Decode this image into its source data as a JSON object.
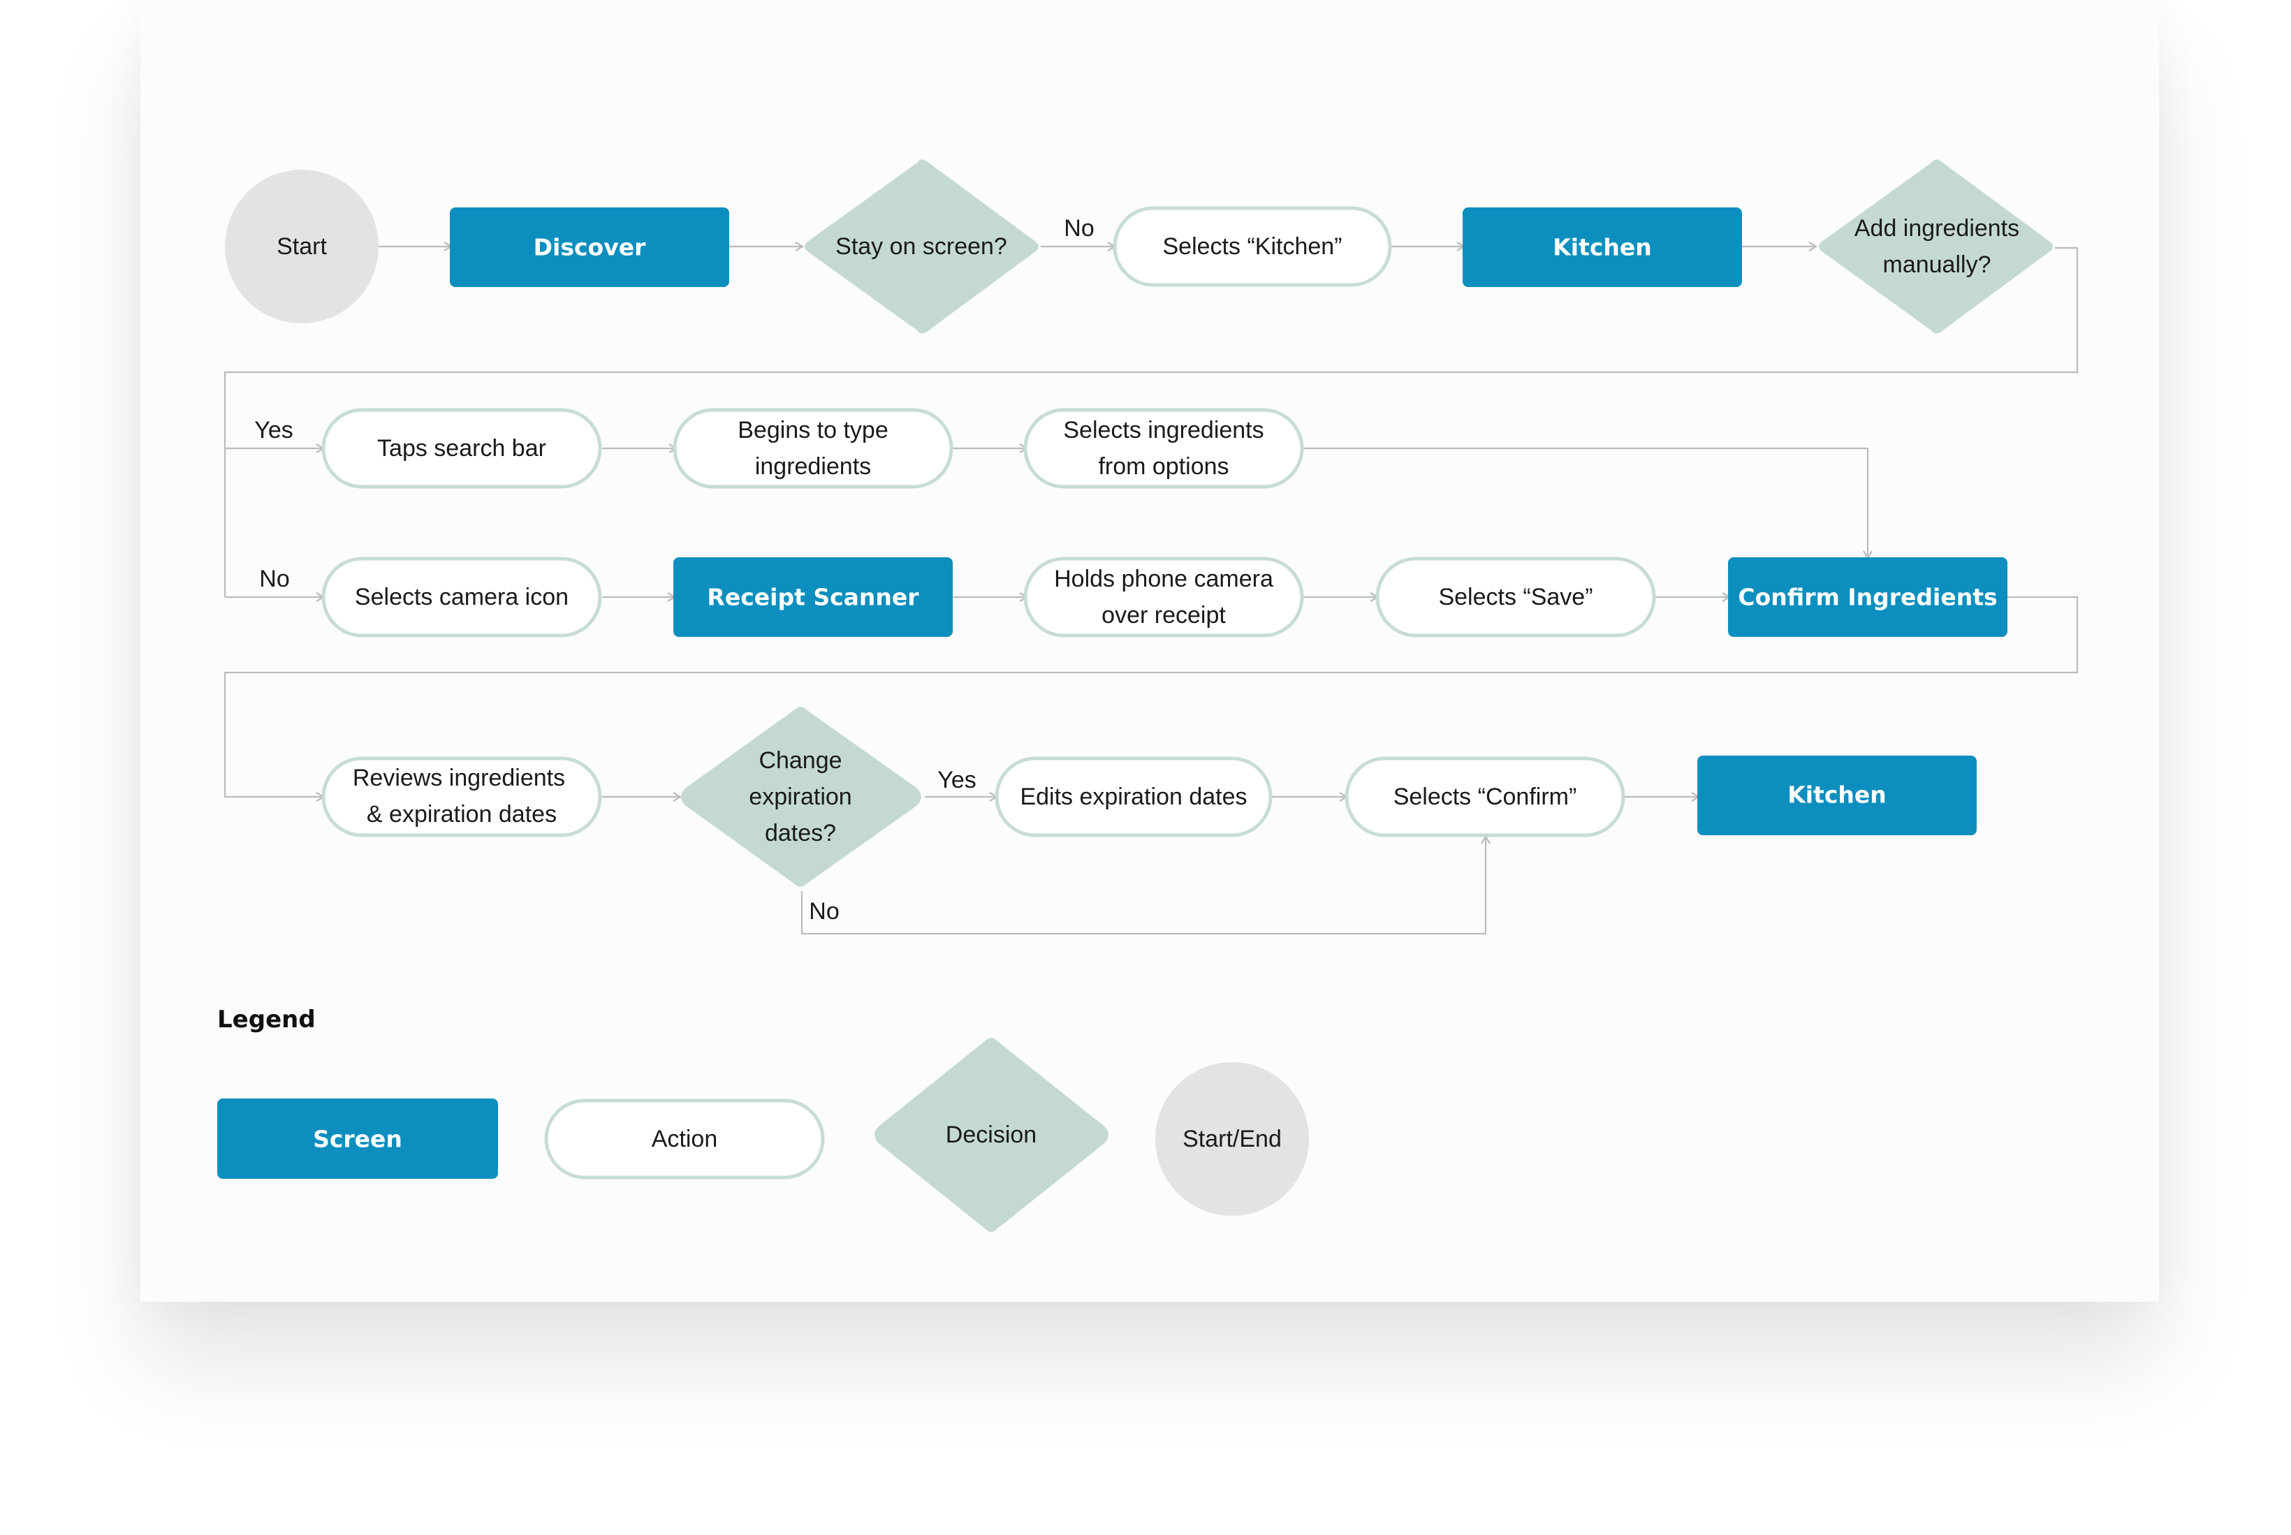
{
  "colors": {
    "screen": "#0c8fbe",
    "decision": "#c4dad1",
    "action_border": "#c7ddd4",
    "start_end": "#e3e3e3",
    "connector": "#b9bcbc"
  },
  "nodes": {
    "start": "Start",
    "discover": "Discover",
    "stay_on_screen": "Stay on screen?",
    "selects_kitchen": "Selects “Kitchen”",
    "kitchen_1": "Kitchen",
    "add_ingredients_manually": [
      "Add ingredients",
      "manually?"
    ],
    "taps_search_bar": "Taps search bar",
    "begins_to_type": [
      "Begins to type",
      "ingredients"
    ],
    "selects_from_options": [
      "Selects ingredients",
      "from options"
    ],
    "selects_camera_icon": "Selects camera icon",
    "receipt_scanner": "Receipt Scanner",
    "holds_phone_camera": [
      "Holds phone camera",
      "over receipt"
    ],
    "selects_save": "Selects “Save”",
    "confirm_ingredients": "Confirm Ingredients",
    "reviews_ingredients": [
      "Reviews ingredients",
      "& expiration dates"
    ],
    "change_expiration": [
      "Change",
      "expiration",
      "dates?"
    ],
    "edits_expiration": "Edits expiration dates",
    "selects_confirm": "Selects “Confirm”",
    "kitchen_2": "Kitchen"
  },
  "branch_labels": {
    "stay_no": "No",
    "manual_yes": "Yes",
    "manual_no": "No",
    "change_yes": "Yes",
    "change_no": "No"
  },
  "legend": {
    "title": "Legend",
    "screen": "Screen",
    "action": "Action",
    "decision": "Decision",
    "start_end": "Start/End"
  }
}
